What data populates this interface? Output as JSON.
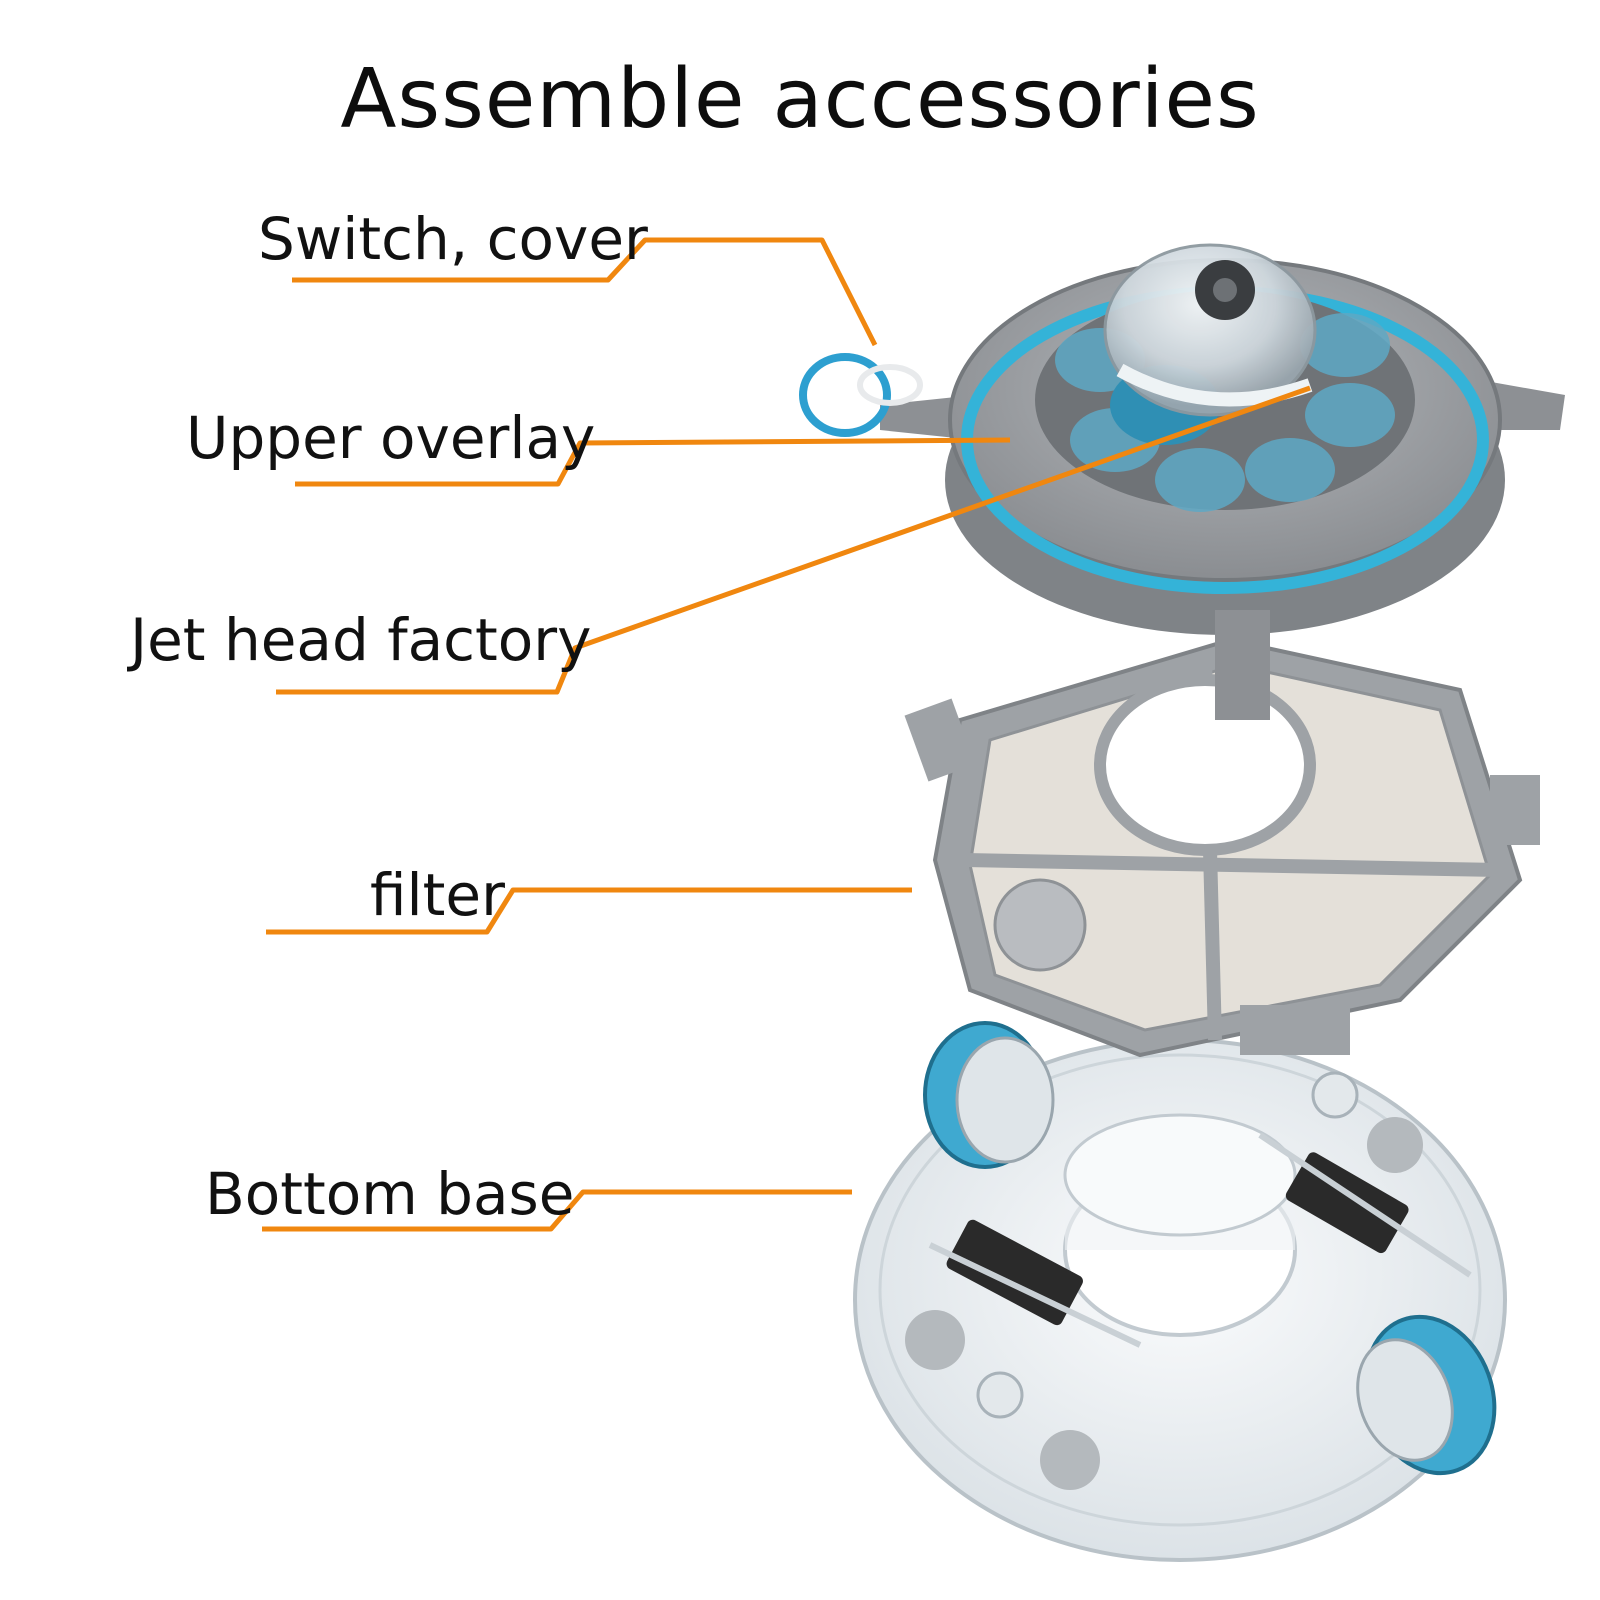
{
  "title": "Assemble accessories",
  "labels": {
    "switch_cover": "Switch, cover",
    "upper_overlay": "Upper overlay",
    "jet_head_factory": "Jet head factory",
    "filter": "filter",
    "bottom_base": "Bottom base"
  },
  "colors": {
    "leader_line": "#f0870f",
    "housing_gray": "#8c8f93",
    "accent_blue": "#34b3d8",
    "filter_pad": "#e4e0d9",
    "clear_plastic": "#e9eef2"
  }
}
